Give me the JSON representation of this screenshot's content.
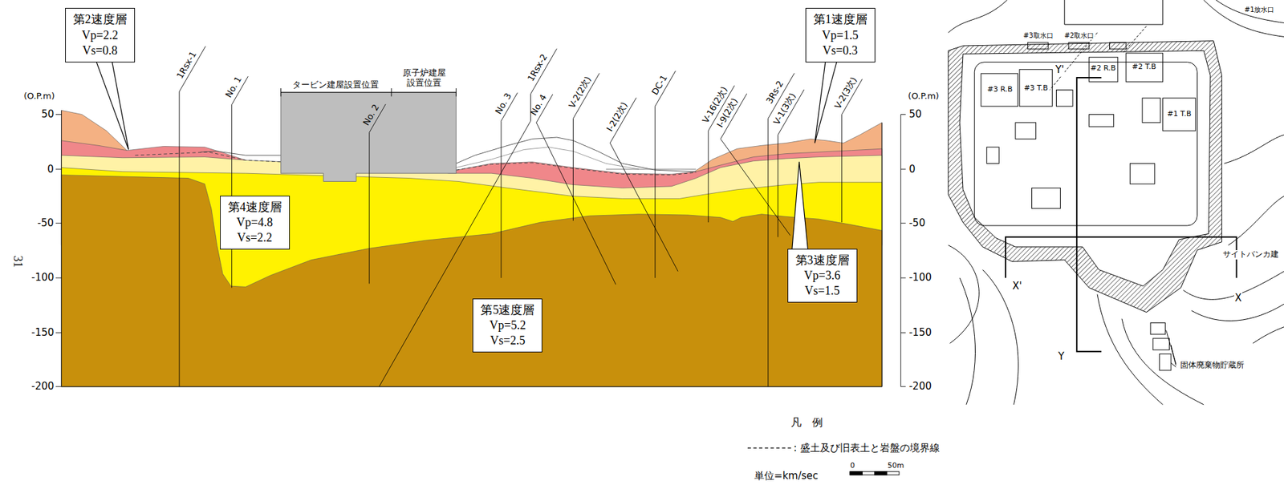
{
  "diagram": {
    "nodes": [
      {
        "text": [
          "第2速度層",
          "Vp=2.2",
          "Vs=0.8"
        ]
      },
      {
        "text": [
          "第1速度層",
          "Vp=1.5",
          "Vs=0.3"
        ]
      },
      {
        "text": [
          "第4速度層",
          "Vp=4.8",
          "Vs=2.2"
        ]
      },
      {
        "text": [
          "第3速度層",
          "Vp=3.6",
          "Vs=1.5"
        ]
      },
      {
        "text": [
          "第5速度層",
          "Vp=5.2",
          "Vs=2.5"
        ]
      }
    ],
    "labels": [
      "(O.P.m)",
      "(O.P.m)",
      "50",
      "0",
      "-50",
      "-100",
      "-150",
      "-200",
      "50",
      "0",
      "-50",
      "-100",
      "-150",
      "-200",
      "31",
      "タービン建屋設置位置",
      "原子炉建屋 設置位置",
      "1Rsx-1",
      "No. 1",
      "No. 2",
      "No. 3",
      "1Rsx-2",
      "No. 4",
      "V-2(2次)",
      "I-2(2次)",
      "DC-1",
      "V-16(2次)",
      "I-9(2次)",
      "3Rs-2",
      "V-1(3次)",
      "V-2(3次)",
      "凡　例",
      "単位=km/sec",
      "0",
      "50m",
      "#3 R.B",
      "#3 T.B",
      "#2 R.B",
      "#2 T.B",
      "#1 T.B",
      "Y'",
      "X'",
      "X",
      "Y",
      "#3取水口",
      "#2取水口",
      "#1放水口",
      "サイトバンカ建",
      "固体廃棄物貯蔵所"
    ],
    "legend": [
      {
        "text": ": 盛土及び旧表土と岩盤の境界線"
      }
    ]
  }
}
